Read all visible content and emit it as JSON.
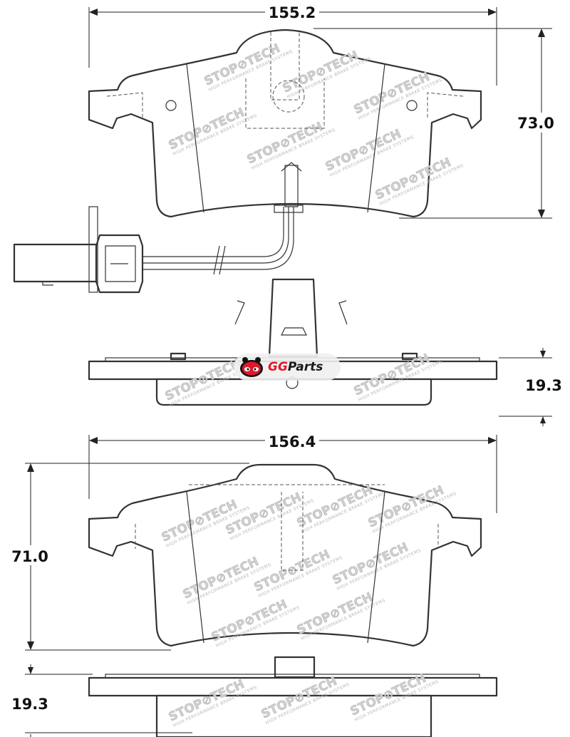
{
  "dimensions": {
    "top_pad_width": "155.2",
    "top_pad_height": "73.0",
    "top_pad_thickness": "19.3",
    "bottom_pad_width": "156.4",
    "bottom_pad_height": "71.0",
    "bottom_pad_thickness": "19.3"
  },
  "watermark": {
    "brand": "STOP⊘TECH",
    "tagline": "HIGH PERFORMANCE BRAKE SYSTEMS"
  },
  "logo": {
    "part1": "GG",
    "part2": "Parts",
    "accent_color": "#e0182d"
  }
}
